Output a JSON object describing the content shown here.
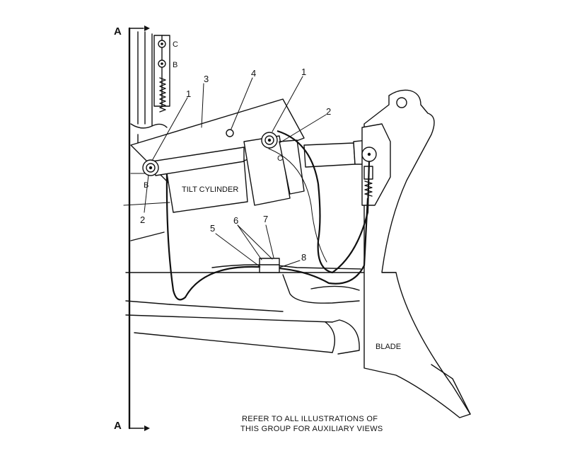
{
  "section": {
    "top_label": "A",
    "bottom_label": "A"
  },
  "labels": {
    "tilt_cylinder": "TILT CYLINDER",
    "blade": "BLADE",
    "fitting_b_left": "B",
    "fitting_c_right": "C",
    "inset_c": "C",
    "inset_b": "B"
  },
  "callouts": {
    "c1_left": "1",
    "c1_right": "1",
    "c2_left": "2",
    "c2_right": "2",
    "c3": "3",
    "c4": "4",
    "c5": "5",
    "c6": "6",
    "c7": "7",
    "c8": "8"
  },
  "note": {
    "line1": "REFER TO ALL ILLUSTRATIONS OF",
    "line2": "THIS GROUP FOR AUXILIARY VIEWS"
  }
}
